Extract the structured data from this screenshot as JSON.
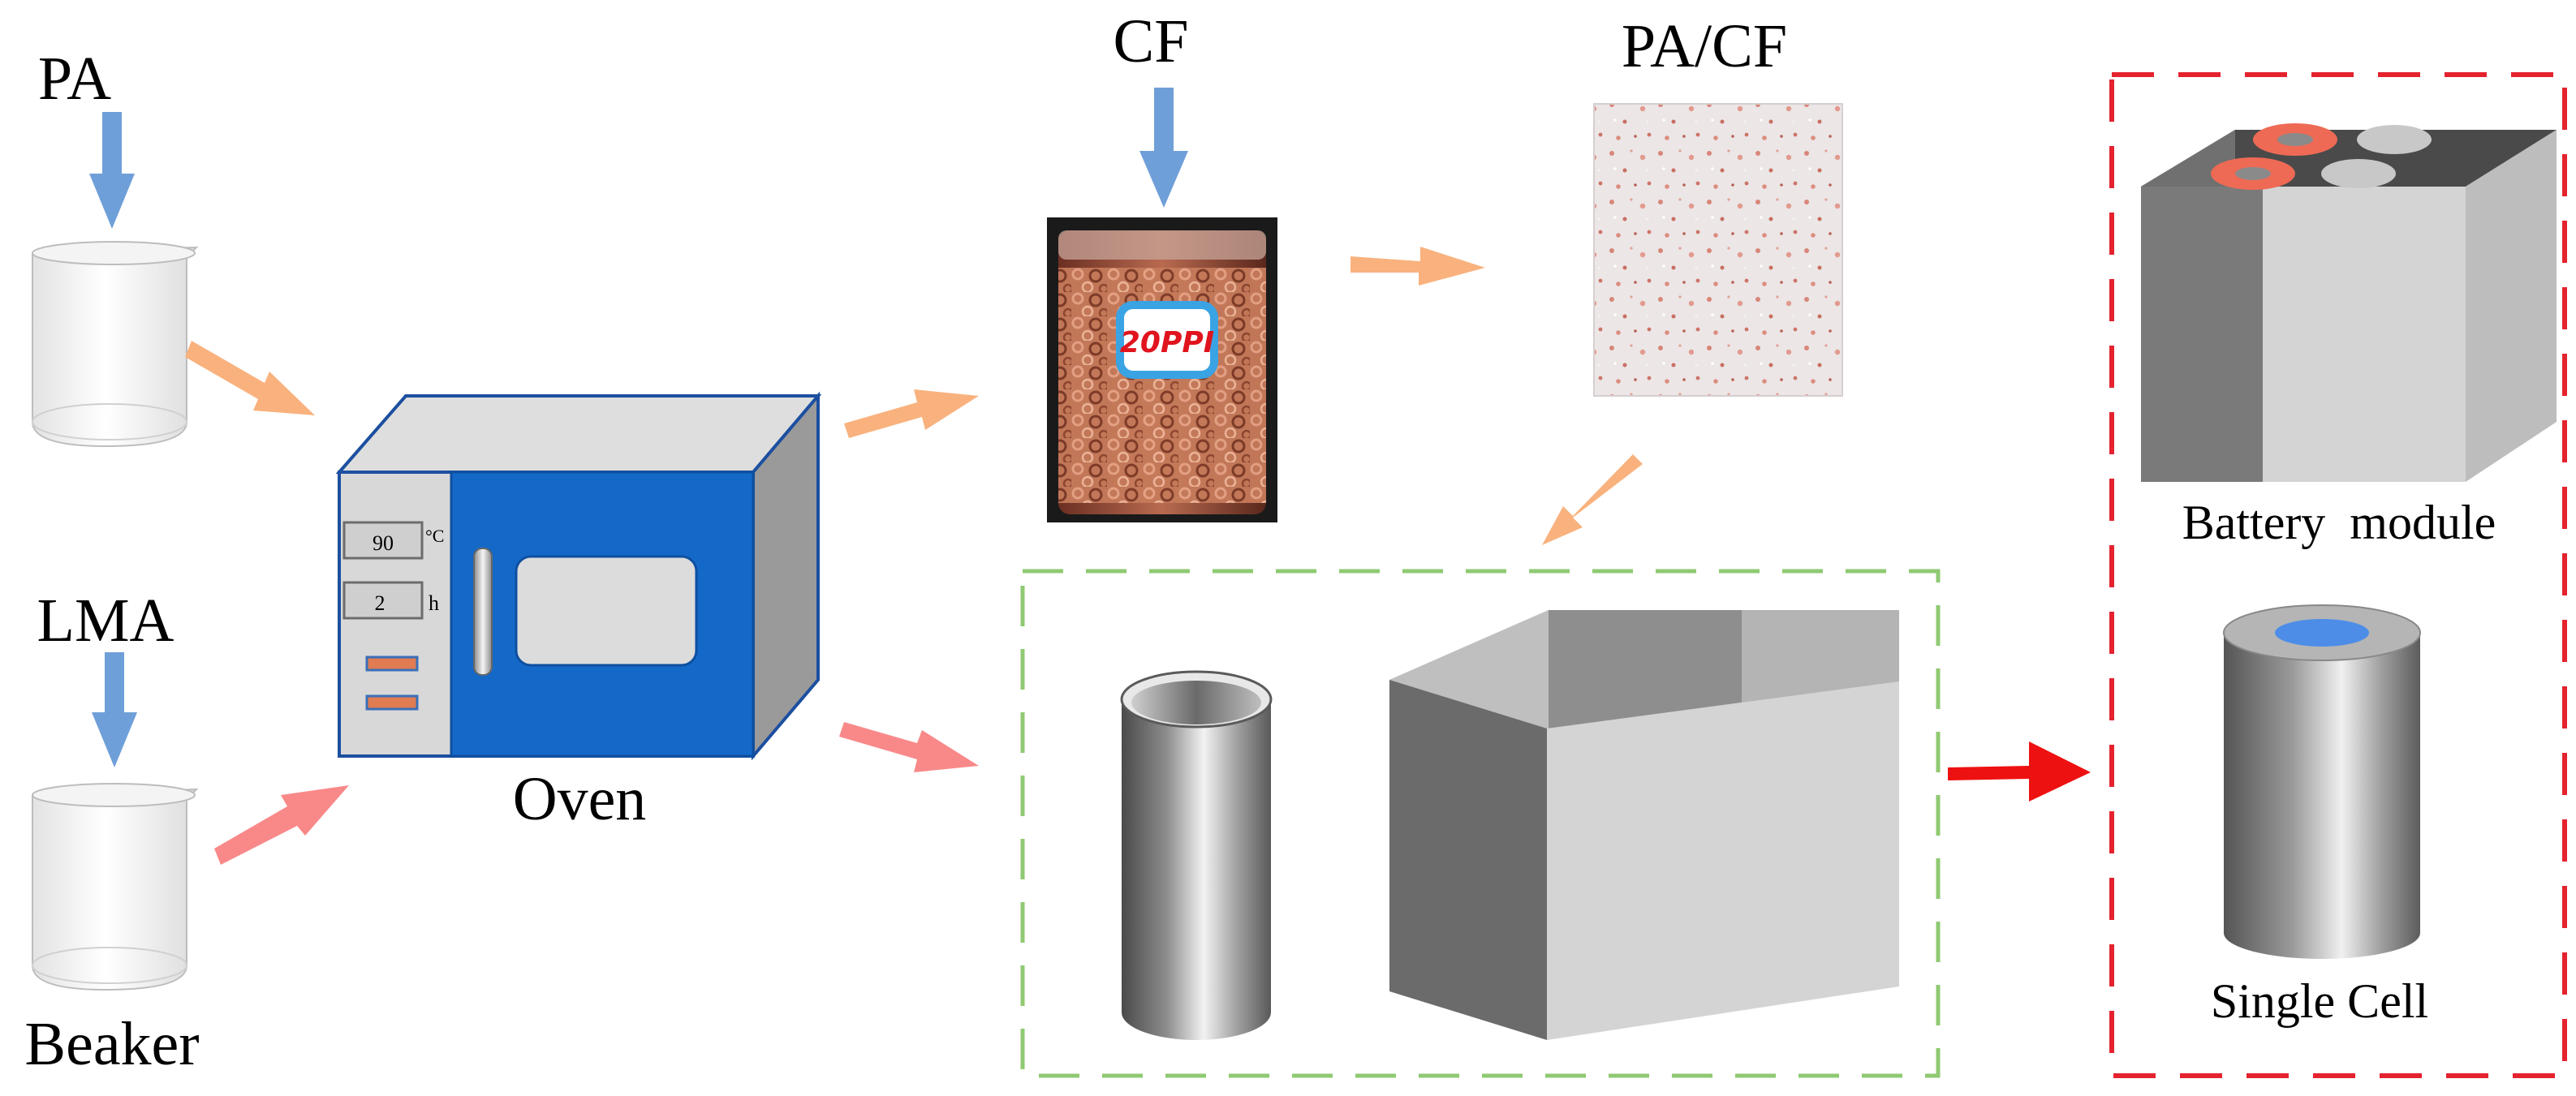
{
  "labels": {
    "pa": "PA",
    "lma": "LMA",
    "beaker": "Beaker",
    "oven": "Oven",
    "cf": "CF",
    "pa_cf": "PA/CF",
    "battery_module": "Battery  module",
    "single_cell": "Single Cell"
  },
  "oven_panel": {
    "temperature_value": "90",
    "temperature_unit": "°C",
    "time_value": "2",
    "time_unit": "h"
  },
  "jar_label": "20PPI",
  "colors": {
    "blue_arrow": "#6f9fd8",
    "orange_arrow": "#f9b27e",
    "pink_arrow": "#f98989",
    "red_arrow": "#ee1111",
    "green_dash": "#8fca72",
    "red_dash": "#e4232f",
    "oven_blue": "#1469c8",
    "cell_top": "#4d8de8",
    "electrode": "#ee6a55"
  }
}
